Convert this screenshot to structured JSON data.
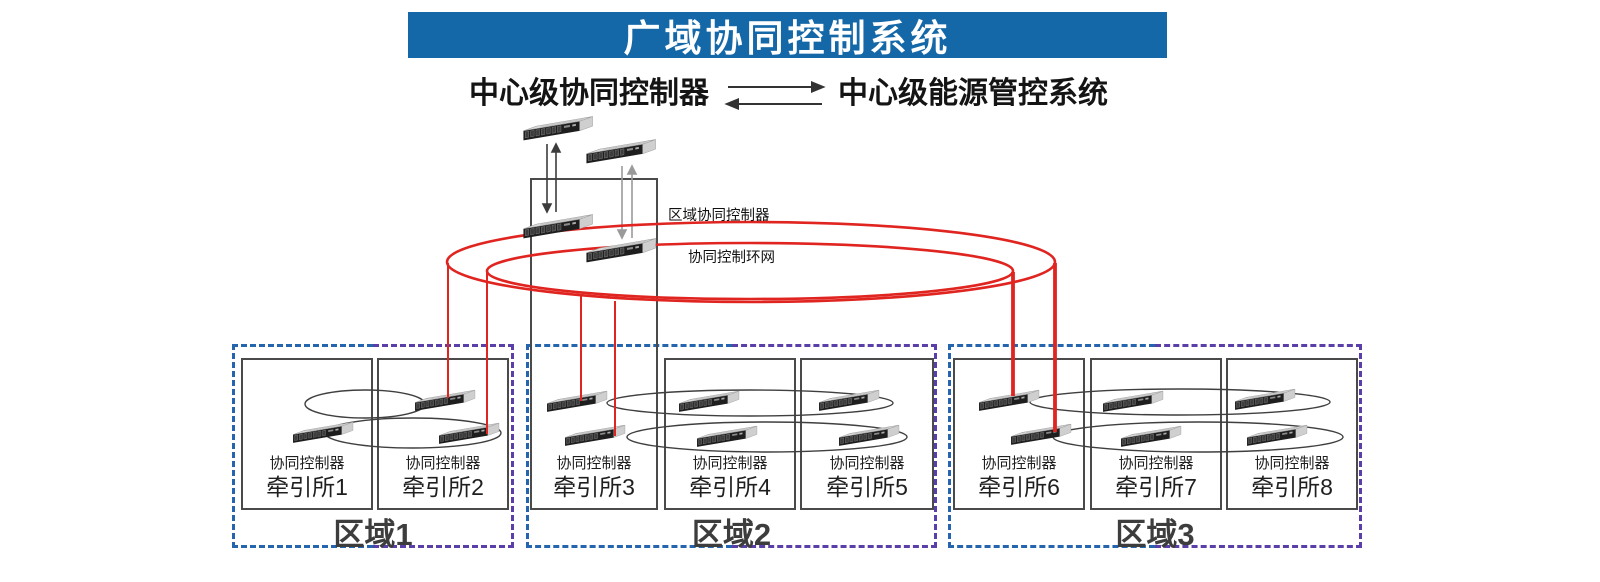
{
  "title_banner": {
    "text": "广域协同控制系统",
    "bg_color": "#1468a8"
  },
  "header": {
    "left_system": "中心级协同控制器",
    "right_system": "中心级能源管控系统"
  },
  "network": {
    "regional_controller_label": "区域协同控制器",
    "ring_label": "协同控制环网",
    "ring_color": "#e02420"
  },
  "regions": [
    {
      "label": "区域1",
      "substations": [
        {
          "role": "协同控制器",
          "name": "牵引所1"
        },
        {
          "role": "协同控制器",
          "name": "牵引所2"
        }
      ]
    },
    {
      "label": "区域2",
      "substations": [
        {
          "role": "协同控制器",
          "name": "牵引所3"
        },
        {
          "role": "协同控制器",
          "name": "牵引所4"
        },
        {
          "role": "协同控制器",
          "name": "牵引所5"
        }
      ]
    },
    {
      "label": "区域3",
      "substations": [
        {
          "role": "协同控制器",
          "name": "牵引所6"
        },
        {
          "role": "协同控制器",
          "name": "牵引所7"
        },
        {
          "role": "协同控制器",
          "name": "牵引所8"
        }
      ]
    }
  ],
  "colors": {
    "dash_blue": "#2565ad",
    "dash_purple": "#5b3fa8",
    "box_border": "#4a4a4a",
    "ring_red": "#e02420"
  }
}
